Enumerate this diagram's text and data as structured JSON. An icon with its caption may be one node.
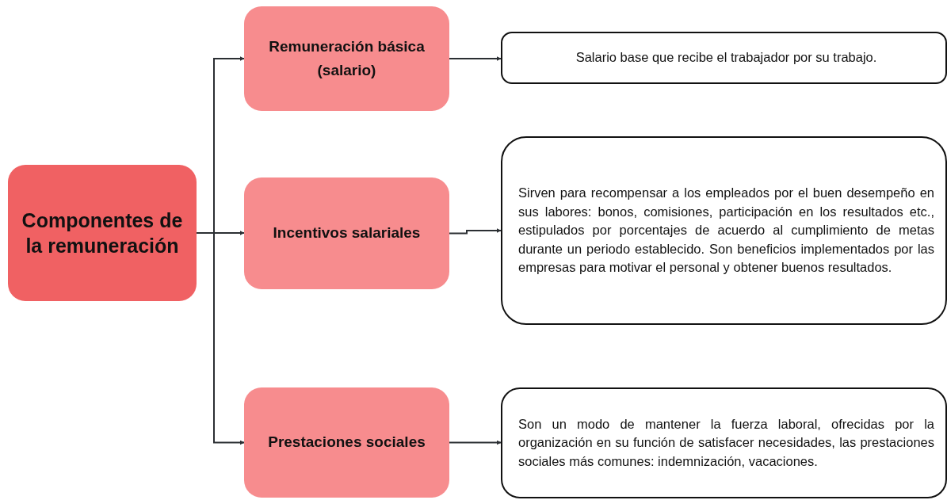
{
  "diagram": {
    "nodes": [
      {
        "text": [
          "Componentes de la remuneración"
        ]
      },
      {
        "text": [
          "Remuneración básica (salario)"
        ]
      },
      {
        "text": [
          "Incentivos salariales"
        ]
      },
      {
        "text": [
          "Prestaciones sociales"
        ]
      },
      {
        "text": [
          "Salario base que recibe el trabajador por su trabajo."
        ]
      },
      {
        "text": [
          "Sirven para recompensar a los empleados por el buen desempeño en sus labores: bonos, comisiones, participación en los resultados etc., estipulados por porcentajes de acuerdo al cumplimiento de metas durante un periodo establecido. Son beneficios implementados por las empresas para motivar el personal y obtener buenos resultados."
        ]
      },
      {
        "text": [
          "Son un modo de mantener la fuerza laboral, ofrecidas por la organización en su función de satisfacer necesidades, las prestaciones sociales más comunes: indemnización, vacaciones."
        ]
      }
    ],
    "edges": [
      {
        "from": 0,
        "to": 1,
        "arrow": "to"
      },
      {
        "from": 0,
        "to": 2,
        "arrow": "to"
      },
      {
        "from": 0,
        "to": 3,
        "arrow": "to"
      },
      {
        "from": 1,
        "to": 4,
        "arrow": "to"
      },
      {
        "from": 2,
        "to": 5,
        "arrow": "to"
      },
      {
        "from": 3,
        "to": 6,
        "arrow": "to"
      }
    ]
  }
}
